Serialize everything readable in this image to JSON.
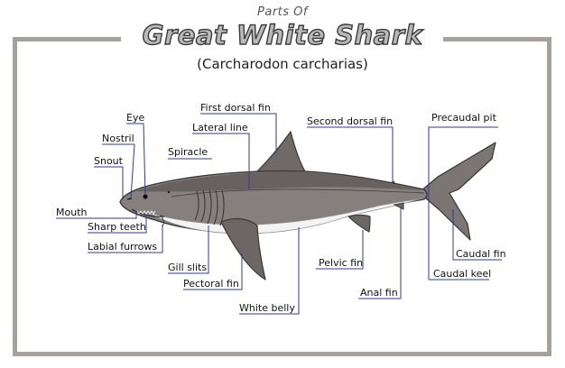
{
  "header": {
    "pre_title": "Parts Of",
    "title": "Great White Shark",
    "subtitle": "(Carcharodon carcharias)"
  },
  "colors": {
    "frame": "#a7a19d",
    "leader_line": "#2f3a9e",
    "shark_dark": "#6b6663",
    "shark_mid": "#8a8582",
    "belly": "#f4f4f4"
  },
  "labels": {
    "eye": "Eye",
    "nostril": "Nostril",
    "snout": "Snout",
    "mouth": "Mouth",
    "sharp_teeth": "Sharp teeth",
    "labial_furrows": "Labial furrows",
    "spiracle": "Spiracle",
    "first_dorsal_fin": "First dorsal fin",
    "lateral_line": "Lateral line",
    "gill_slits": "Gill slits",
    "pectoral_fin": "Pectoral fin",
    "white_belly": "White belly",
    "second_dorsal_fin": "Second dorsal fin",
    "pelvic_fin": "Pelvic fin",
    "anal_fin": "Anal fin",
    "precaudal_pit": "Precaudal pit",
    "caudal_fin": "Caudal fin",
    "caudal_keel": "Caudal keel"
  }
}
